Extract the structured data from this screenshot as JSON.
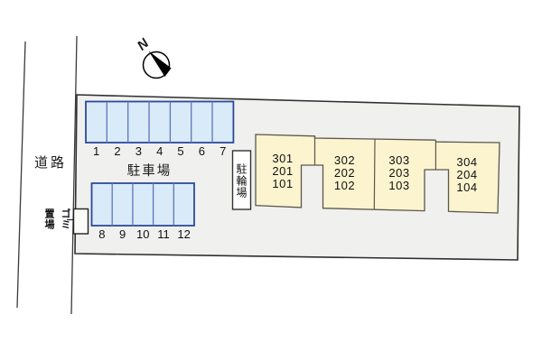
{
  "site_plan": {
    "road_label": "道路",
    "compass": {
      "north_label": "N"
    },
    "car_parking": {
      "label": "駐車場",
      "upper_stalls": [
        "1",
        "2",
        "3",
        "4",
        "5",
        "6",
        "7"
      ],
      "lower_stalls": [
        "8",
        "9",
        "10",
        "11",
        "12"
      ]
    },
    "bicycle_parking": {
      "label": "駐輪場"
    },
    "garbage_area": {
      "right_column": "ゴミ",
      "left_column": "置場"
    },
    "building": {
      "units": [
        {
          "rooms": [
            "301",
            "201",
            "101"
          ]
        },
        {
          "rooms": [
            "302",
            "202",
            "102"
          ]
        },
        {
          "rooms": [
            "303",
            "203",
            "103"
          ]
        },
        {
          "rooms": [
            "304",
            "204",
            "104"
          ]
        }
      ]
    },
    "colors": {
      "plot_fill": "#f0f0ee",
      "plot_outline": "#2f2f2f",
      "stall_fill": "#d9eaf8",
      "stall_outer_border": "#2c4a9a",
      "stall_inner_border": "#5b76bd",
      "building_fill": "#fbf4cf",
      "building_border": "#5c584e"
    }
  }
}
